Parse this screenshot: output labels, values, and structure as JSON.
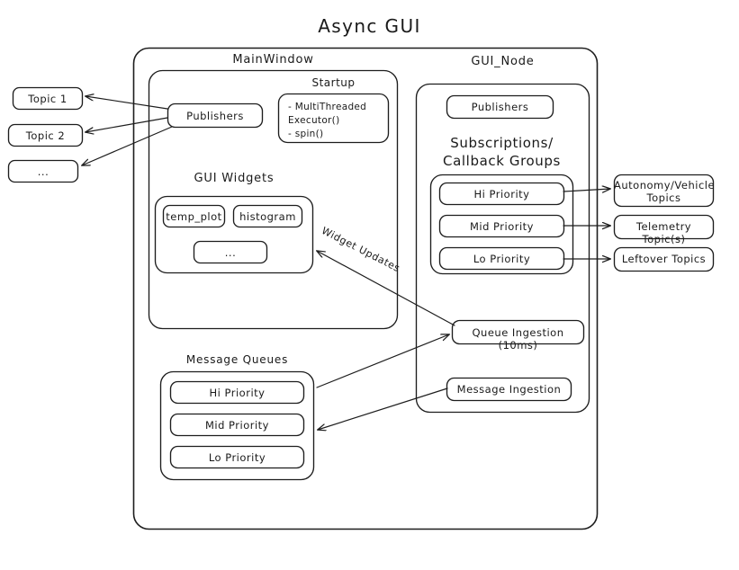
{
  "diagram": {
    "title": "Async  GUI",
    "background": "#ffffff",
    "stroke": "#1d1d1d",
    "type": "block-architecture-diagram",
    "external_topics": [
      {
        "label": "Topic 1"
      },
      {
        "label": "Topic 2"
      },
      {
        "label": "..."
      }
    ],
    "right_topics": [
      {
        "label": "Autonomy/Vehicle\nTopics"
      },
      {
        "label": "Telemetry Topic(s)"
      },
      {
        "label": "Leftover Topics"
      }
    ],
    "main_window": {
      "label": "MainWindow",
      "publishers": {
        "label": "Publishers"
      },
      "startup": {
        "label": "Startup",
        "items": "- MultiThreaded\n  Executor()\n- spin()"
      },
      "gui_widgets": {
        "label": "GUI Widgets",
        "widgets": [
          {
            "label": "temp_plot"
          },
          {
            "label": "histogram"
          },
          {
            "label": "..."
          }
        ]
      }
    },
    "gui_node": {
      "label": "GUI_Node",
      "publishers": {
        "label": "Publishers"
      },
      "subscriptions": {
        "label": "Subscriptions/\nCallback Groups",
        "groups": [
          {
            "label": "Hi Priority"
          },
          {
            "label": "Mid Priority"
          },
          {
            "label": "Lo Priority"
          }
        ]
      },
      "queue_ingestion": {
        "label": "Queue Ingestion (10ms)"
      },
      "message_ingestion": {
        "label": "Message Ingestion"
      }
    },
    "message_queues": {
      "label": "Message Queues",
      "queues": [
        {
          "label": "Hi Priority"
        },
        {
          "label": "Mid Priority"
        },
        {
          "label": "Lo Priority"
        }
      ]
    },
    "arrow_labels": [
      {
        "label": "Widget Updates"
      }
    ]
  }
}
